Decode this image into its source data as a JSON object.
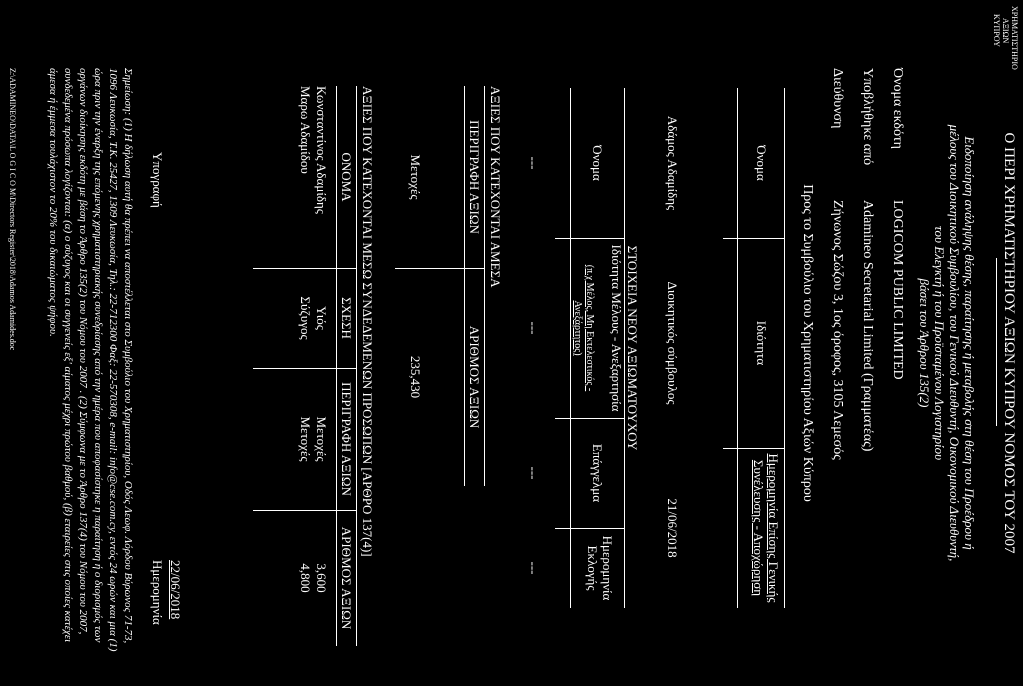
{
  "logo_text": [
    "ΧΡΗΜΑΤΙΣΤΗΡΙΟ",
    "ΑΞΙΩΝ",
    "ΚΥΠΡΟΥ"
  ],
  "title": "Ο ΠΕΡΙ ΧΡΗΜΑΤΙΣΤΗΡΙΟΥ ΑΞΙΩΝ ΚΥΠΡΟΥ ΝΟΜΟΣ ΤΟΥ 2007",
  "intro": [
    "Ειδοποίηση ανάληψης θέσης, παραίτησης ή μεταβολής στη θέση του Προέδρου ή",
    "μέλους του Διοικητικού Συμβουλίου, του Γενικού Διευθυντή, Οικονομικού Διευθυντή,",
    "του Ελεγκτή ή του Προϊσταμένου Λογιστηρίου",
    "βάσει του Άρθρου 135(2)"
  ],
  "issuer": {
    "label": "Όνομα εκδότη",
    "value": "LOGICOM PUBLIC LIMITED"
  },
  "submitted_by": {
    "label": "Υποβλήθηκε από",
    "value": "Adamineo Secretarial Limited (Γραμματέας)"
  },
  "address": {
    "label": "Διεύθυνση",
    "value": "Ζήνωνος Σώζου 3, 1ος όροφος, 3105 Λεμεσός"
  },
  "recipient": "Προς το Συμβούλιο του Χρηματιστηρίου Αξιών Κύπρου",
  "table1": {
    "headers": [
      "Όνομα",
      "Ιδιότητα",
      "Ημερομηνία Επίσης Γενικής Συνέλευσης - Αποχώρηση"
    ],
    "row": [
      "Αδάμος Αδαμίδης",
      "Διοικητικός σύμβουλος",
      "21/06/2018"
    ]
  },
  "table2": {
    "title": "ΣΤΟΙΧΕΙΑ ΝΕΟΥ ΑΞΙΩΜΑΤΟΥΧΟΥ",
    "headers": [
      "Όνομα",
      "Ιδιότητα Μέλους - Ανεξαρτησία",
      "(π.χ Μέλος, Μη Εκτελεστικός - Ανεξάρτητος)",
      "Επάγγελμα",
      "Ημερομηνία Εκλογής"
    ],
    "row": [
      "---",
      "---",
      "---",
      "---"
    ]
  },
  "table3": {
    "title": "ΑΞΙΕΣ ΠΟΥ ΚΑΤΕΧΟΝΤΑΙ ΑΜΕΣΑ",
    "headers": [
      "ΠΕΡΙΓΡΑΦΗ ΑΞΙΩΝ",
      "ΑΡΙΘΜΟΣ ΑΞΙΩΝ"
    ],
    "row": [
      "Μετοχές",
      "235,430"
    ]
  },
  "table4": {
    "title": "ΑΞΙΕΣ ΠΟΥ ΚΑΤΕΧΟΝΤΑΙ ΜΕΣΩ ΣΥΝΔΕΔΕΜΕΝΩΝ ΠΡΟΣΩΠΩΝ [ΑΡΘΡΟ 137(4)]",
    "headers": [
      "ΟΝΟΜΑ",
      "ΣΧΕΣΗ",
      "ΠΕΡΙΓΡΑΦΗ ΑΞΙΩΝ",
      "ΑΡΙΘΜΟΣ ΑΞΙΩΝ"
    ],
    "rows": [
      [
        "Κωνσταντίνος Αδαμίδης",
        "Υιός",
        "Μετοχές",
        "3,600"
      ],
      [
        "Μαρω Αδαμίδου",
        "Σύζυγος",
        "Μετοχές",
        "4,800"
      ]
    ]
  },
  "signature_label": "Υπογραφή",
  "date_value": "22/06/2018",
  "date_label": "Ημερομηνία",
  "notes": "Σημείωση: (1) Η δήλωση αυτή θα πρέπει να αποστέλλεται στο Συμβούλιο του Χρηματιστηρίου, Οδός Λεωφ. Λόρδου Βύρωνος 71-73, 1096 Λευκωσία, Τ.Κ. 25427, 1309 Λευκωσία, Τηλ.: 22-712300 Φαξ: 22-570308, e-mail: info@cse.com.cy, εντός 24 ωρών και μια (1) ώρα πριν την έναρξη της επόμενης χρηματιστηριακής συνεδρίασης από την ημέρα που αποφασίστηκε η παραίτηση ή ο διορισμός των οργάνων διοίκησης εκδότη με βάση το Άρθρο 135(2) του Νόμου του 2007 . (2) Σύμφωνα με το Άρθρο 137(4) του Νόμου του 2007, συνδεδεμένα πρόσωπα λογίζονται: (α) ο σύζυγος και οι συγγενείς εξ' αίματος μέχρι πρώτου βαθμού, (β) εταιρείες στις οποίες κατέχει άμεσα ή έμμεσα τουλάχιστον το 20% του δικαιώματος ψήφου.",
  "footer": "Z:\\ADAMINEO\\DATA\\L O G I C O M\\Directors Register\\2018\\Adamos Adamides.doc"
}
